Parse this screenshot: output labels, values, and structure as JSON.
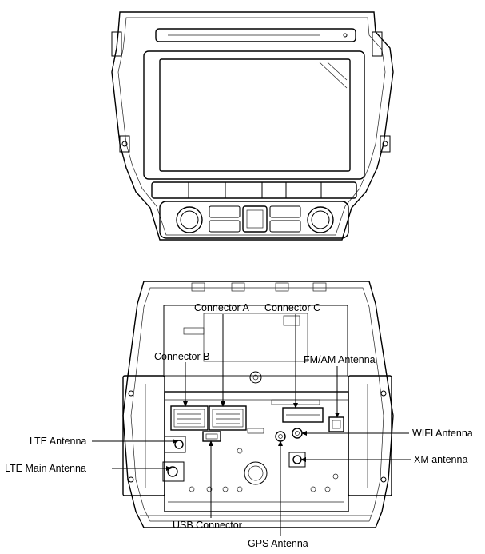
{
  "labels": {
    "connector_a": "Connector A",
    "connector_b": "Connector B",
    "connector_c": "Connector C",
    "fm_am_antenna": "FM/AM Antenna",
    "lte_antenna": "LTE  Antenna",
    "lte_main_antenna": "LTE Main Antenna",
    "usb_connector": "USB Connector",
    "gps_antenna": "GPS Antenna",
    "wifi_antenna": "WIFI Antenna",
    "xm_antenna": "XM antenna"
  }
}
